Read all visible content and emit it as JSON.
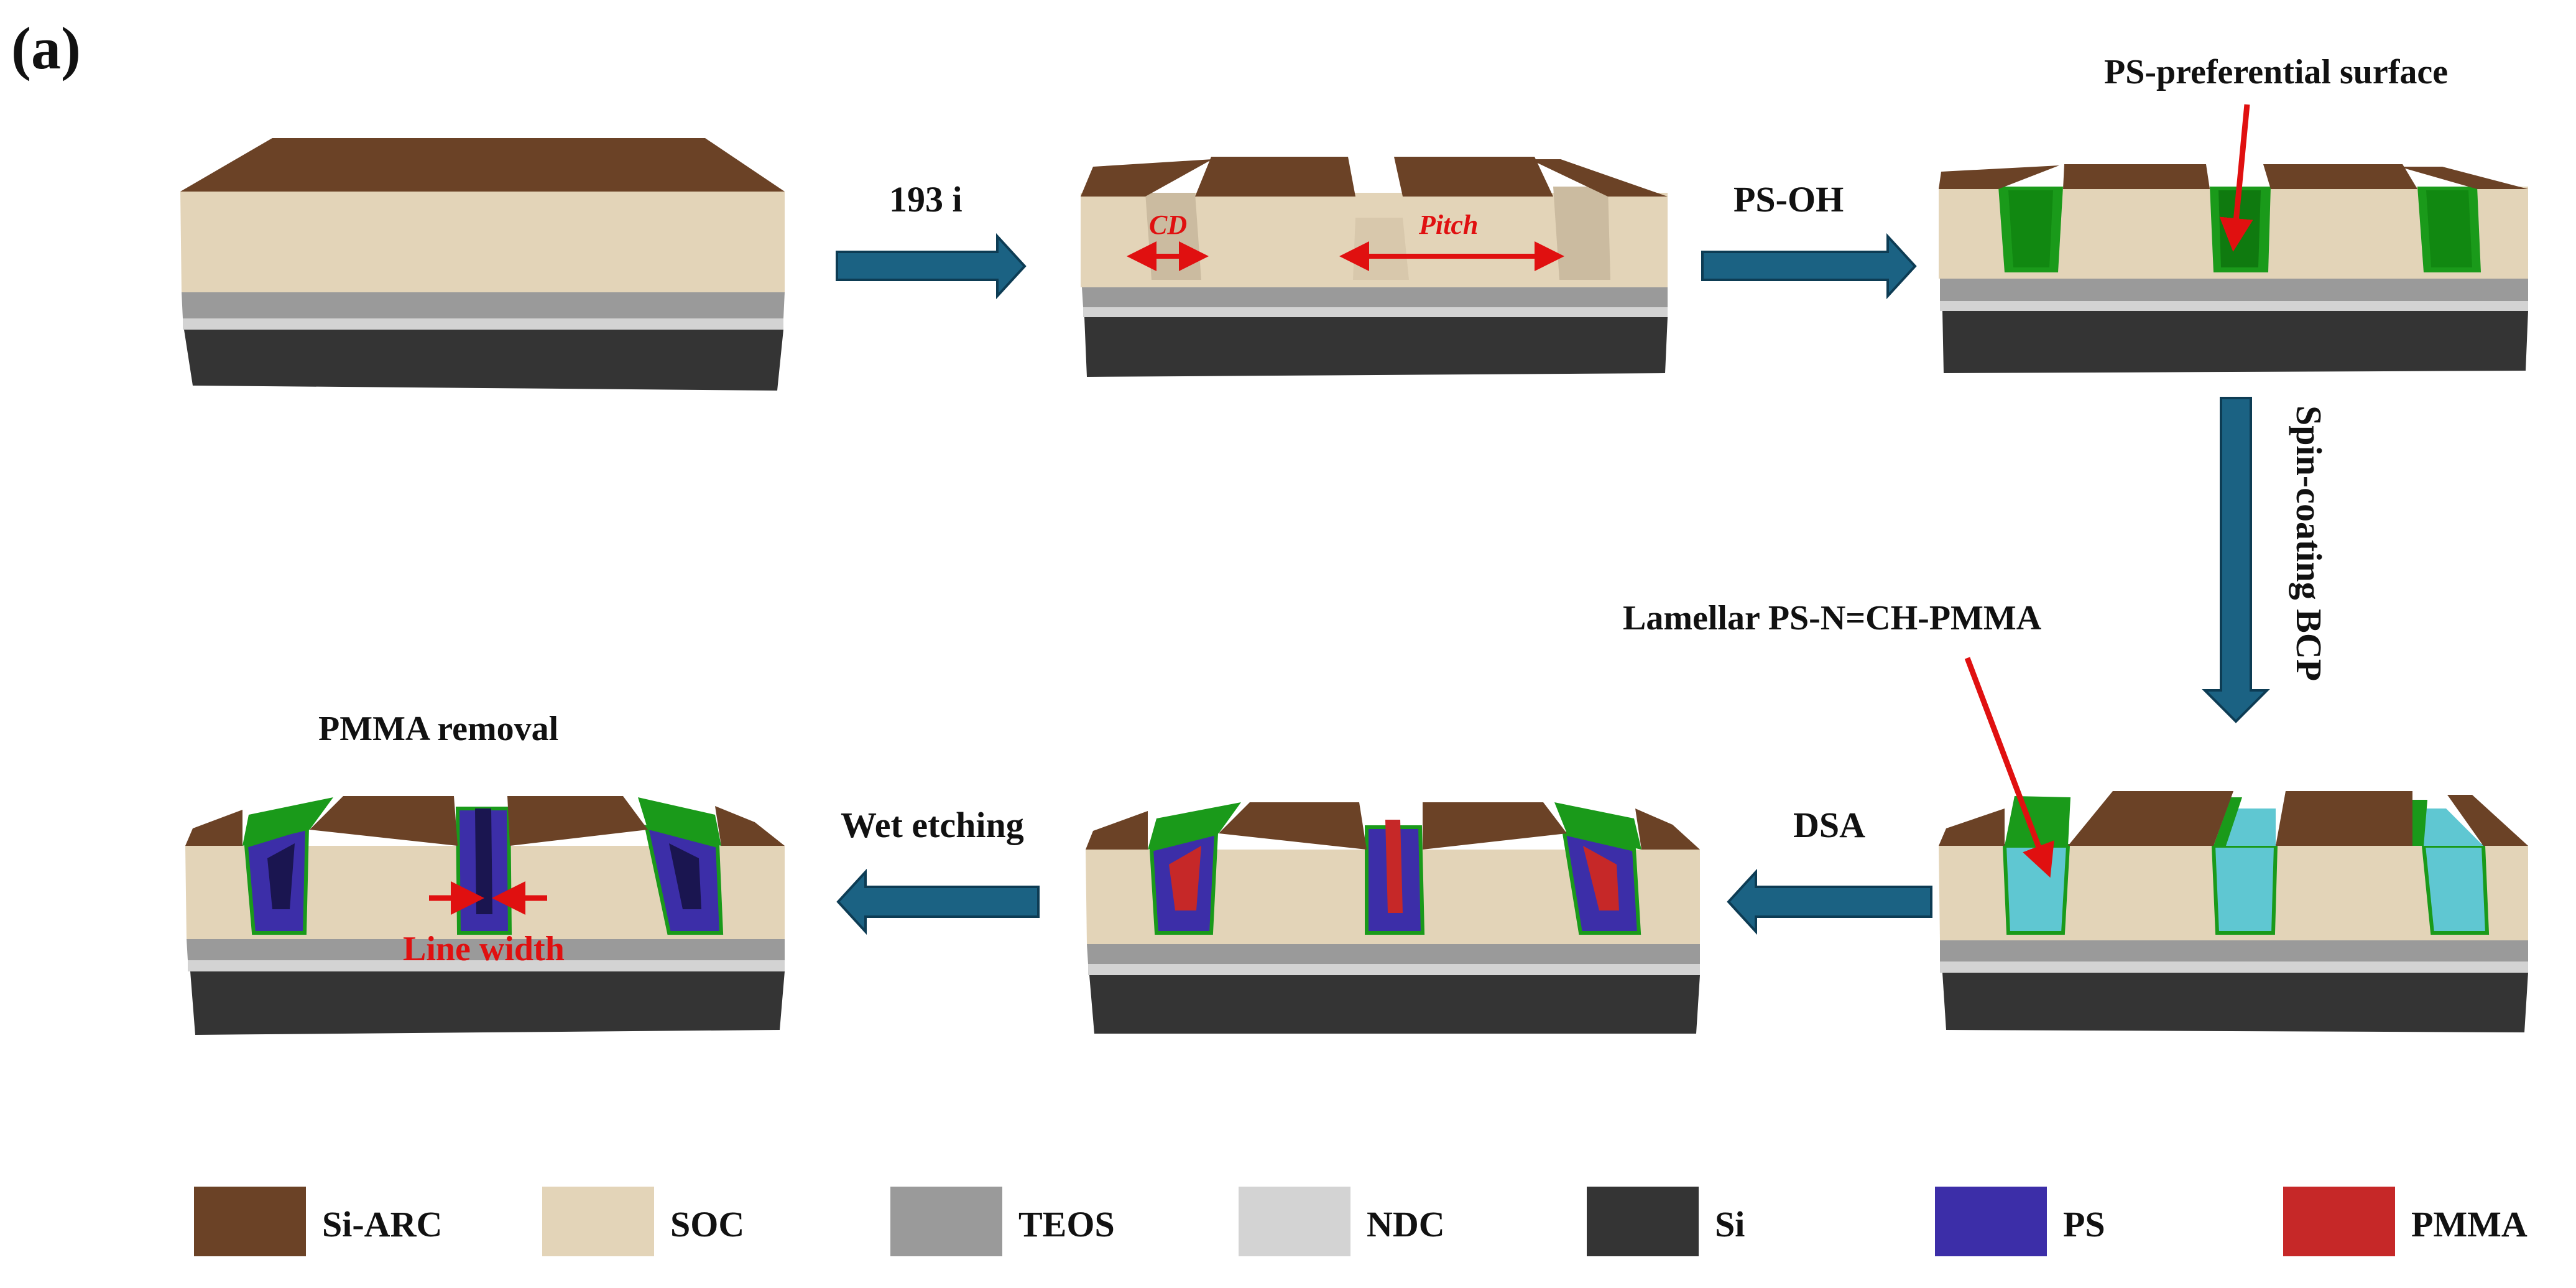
{
  "panel_label": "(a)",
  "colors": {
    "si_arc": "#6b4226",
    "soc": "#e3d4b8",
    "soc_side": "#cbbba0",
    "teos": "#9a9a9a",
    "ndc": "#d3d3d3",
    "si": "#343434",
    "ps": "#3c2ea8",
    "pmma": "#c62828",
    "brush": "#1a9a1a",
    "bcp": "#5fc7d2",
    "arrow": "#1b6283",
    "annotation": "#e01010"
  },
  "steps": {
    "s1": "193 i",
    "s2": "PS-OH",
    "s3": "Spin-coating BCP",
    "s4": "DSA",
    "s5": "Wet etching"
  },
  "annotations": {
    "cd": "CD",
    "pitch": "Pitch",
    "ps_pref": "PS-preferential surface",
    "lamellar": "Lamellar PS-N=CH-PMMA",
    "pmma_removal": "PMMA removal",
    "line_width": "Line width"
  },
  "legend": [
    {
      "label": "Si-ARC",
      "color": "#6b4226"
    },
    {
      "label": "SOC",
      "color": "#e3d4b8"
    },
    {
      "label": "TEOS",
      "color": "#9a9a9a"
    },
    {
      "label": "NDC",
      "color": "#d3d3d3"
    },
    {
      "label": "Si",
      "color": "#343434"
    },
    {
      "label": "PS",
      "color": "#3c2ea8"
    },
    {
      "label": "PMMA",
      "color": "#c62828"
    }
  ]
}
